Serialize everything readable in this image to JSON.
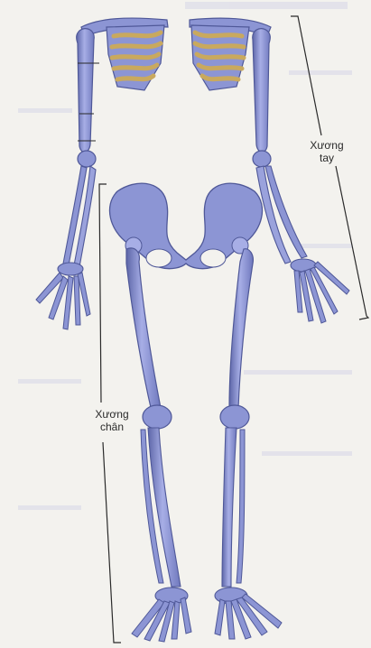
{
  "labels": {
    "arm": [
      "Xương",
      "tay"
    ],
    "leg": [
      "Xương",
      "chân"
    ]
  },
  "colors": {
    "background": "#f3f2ee",
    "bone": "#8c95d4",
    "bone_shadow": "#5d66a8",
    "bone_highlight": "#c3c9ee",
    "ribs": "#c9a95e",
    "ribs_dark": "#6b5528",
    "bracket": "#2a2a2a"
  }
}
